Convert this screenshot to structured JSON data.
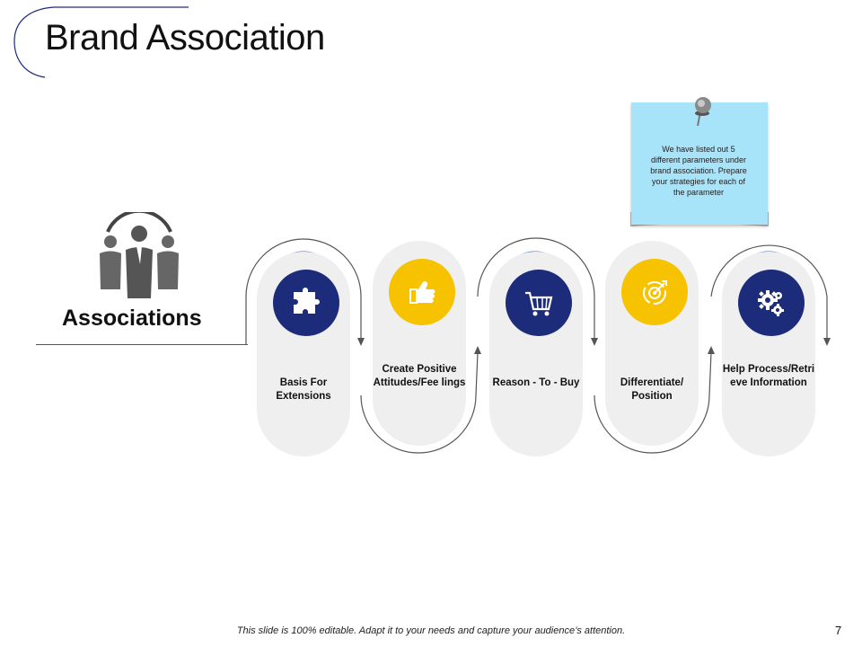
{
  "slide": {
    "title": "Brand Association",
    "center_label": "Associations",
    "note_text": "We have listed out 5 different parameters under brand association. Prepare your strategies for each of the parameter",
    "footer": "This slide is 100% editable. Adapt it to your needs and capture your audience’s attention.",
    "page_number": "7"
  },
  "items": [
    {
      "label": "Basis For Extensions",
      "icon": "puzzle-icon",
      "color": "#1c2c7a"
    },
    {
      "label": "Create Positive Attitudes/Fee lings",
      "icon": "thumbs-up-icon",
      "color": "#f7c200"
    },
    {
      "label": "Reason - To - Buy",
      "icon": "cart-icon",
      "color": "#1c2c7a"
    },
    {
      "label": "Differentiate/ Position",
      "icon": "target-icon",
      "color": "#f7c200"
    },
    {
      "label": "Help Process/Retri eve Information",
      "icon": "gears-icon",
      "color": "#1c2c7a"
    }
  ],
  "icons": {
    "people": "people-group-icon",
    "pin": "push-pin-icon"
  }
}
